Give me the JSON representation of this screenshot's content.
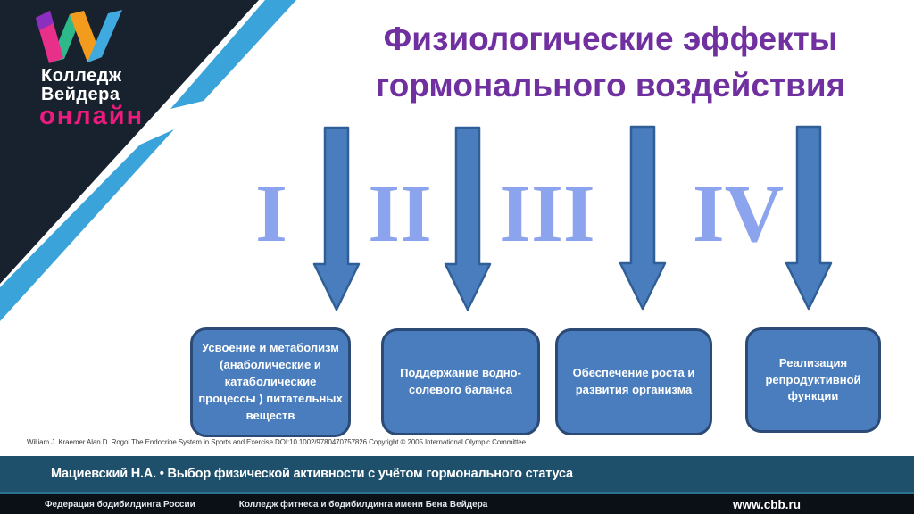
{
  "logo": {
    "college": "Колледж",
    "weider": "Вейдера",
    "online": "онлайн"
  },
  "title": {
    "line1": "Физиологические эффекты",
    "line2": "гормонального воздействия"
  },
  "stages": [
    {
      "numeral": "I",
      "label": "Усвоение и метаболизм\n(анаболические и\nкатаболические\nпроцессы ) питательных\nвеществ"
    },
    {
      "numeral": "II",
      "label": "Поддержание водно-\nсолевого баланса"
    },
    {
      "numeral": "III",
      "label": "Обеспечение роста и\nразвития организма"
    },
    {
      "numeral": "IV",
      "label": "Реализация\nрепродуктивной\nфункции"
    }
  ],
  "citation": "William J. Kraemer Alan D. Rogol The Endocrine System in Sports and Exercise DOI:10.1002/9780470757826 Copyright © 2005 International Olympic Committee",
  "footer": {
    "lecture": "Мациевский Н.А. • Выбор физической активности с учётом гормонального статуса",
    "federation": "Федерация бодибилдинга России",
    "college": "Колледж фитнеса и бодибилдинга имени Бена Вейдера",
    "website": "www.cbb.ru"
  },
  "colors": {
    "title_purple": "#7030a0",
    "numeral_blue": "#8ca3ee",
    "shape_fill_blue": "#4a7dbd",
    "shape_border_blue": "#2b4a76",
    "corner_navy": "#18222e",
    "stripe_blue": "#3aa3da",
    "online_pink": "#ed1a7f",
    "footer_teal": "#1f506b",
    "footer_dark": "#0b1016"
  }
}
